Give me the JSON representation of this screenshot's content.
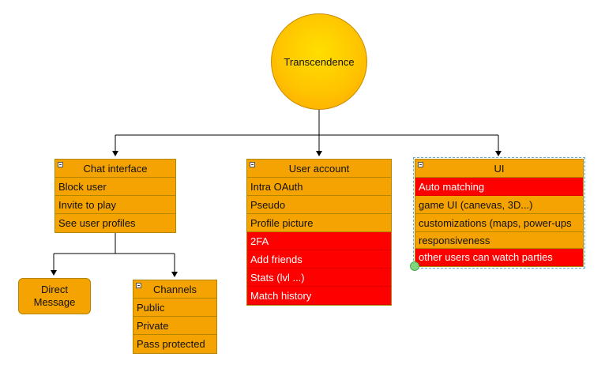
{
  "root": {
    "label": "Transcendence"
  },
  "chat": {
    "title": "Chat interface",
    "items": [
      {
        "label": "Block user",
        "highlight": false
      },
      {
        "label": "Invite to play",
        "highlight": false
      },
      {
        "label": "See user profiles",
        "highlight": false
      }
    ]
  },
  "direct_message": {
    "label": "Direct\nMessage"
  },
  "channels": {
    "title": "Channels",
    "items": [
      {
        "label": "Public",
        "highlight": false
      },
      {
        "label": "Private",
        "highlight": false
      },
      {
        "label": "Pass protected",
        "highlight": false
      }
    ]
  },
  "user_account": {
    "title": "User account",
    "items": [
      {
        "label": "Intra OAuth",
        "highlight": false
      },
      {
        "label": "Pseudo",
        "highlight": false
      },
      {
        "label": "Profile picture",
        "highlight": false
      },
      {
        "label": "2FA",
        "highlight": true
      },
      {
        "label": "Add friends",
        "highlight": true
      },
      {
        "label": "Stats (lvl ...)",
        "highlight": true
      },
      {
        "label": "Match history",
        "highlight": true
      }
    ]
  },
  "ui": {
    "title": "UI",
    "items": [
      {
        "label": "Auto matching",
        "highlight": true
      },
      {
        "label": "game UI (canevas, 3D...)",
        "highlight": false
      },
      {
        "label": "customizations (maps, power-ups",
        "highlight": false
      },
      {
        "label": "responsiveness",
        "highlight": false
      },
      {
        "label": "other users can watch parties",
        "highlight": true
      }
    ]
  },
  "colors": {
    "node": "#f5a300",
    "highlight": "#ff0000",
    "root": "#ffc400",
    "edge": "#000000"
  }
}
